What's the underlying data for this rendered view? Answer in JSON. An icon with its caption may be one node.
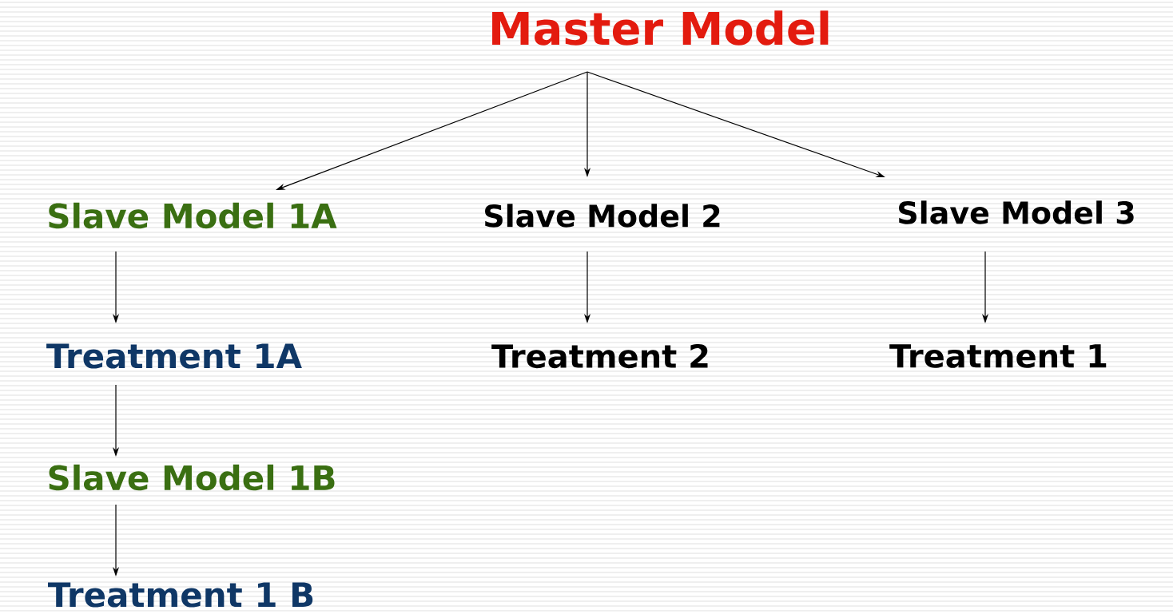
{
  "diagram": {
    "nodes": [
      {
        "text": [
          "Master Model"
        ]
      },
      {
        "text": [
          "Slave Model 1A"
        ]
      },
      {
        "text": [
          "Slave Model 2"
        ]
      },
      {
        "text": [
          "Slave Model 3"
        ]
      },
      {
        "text": [
          "Treatment 1A"
        ]
      },
      {
        "text": [
          "Treatment 2"
        ]
      },
      {
        "text": [
          "Treatment 1"
        ]
      },
      {
        "text": [
          "Slave Model 1B"
        ]
      },
      {
        "text": [
          "Treatment 1 B"
        ]
      }
    ],
    "edges": [
      {
        "from": 0,
        "to": 1,
        "arrow": "to"
      },
      {
        "from": 0,
        "to": 2,
        "arrow": "to"
      },
      {
        "from": 0,
        "to": 3,
        "arrow": "to"
      },
      {
        "from": 1,
        "to": 4,
        "arrow": "to"
      },
      {
        "from": 2,
        "to": 5,
        "arrow": "to"
      },
      {
        "from": 3,
        "to": 6,
        "arrow": "to"
      },
      {
        "from": 4,
        "to": 7,
        "arrow": "to"
      },
      {
        "from": 7,
        "to": 8,
        "arrow": "to"
      }
    ]
  }
}
